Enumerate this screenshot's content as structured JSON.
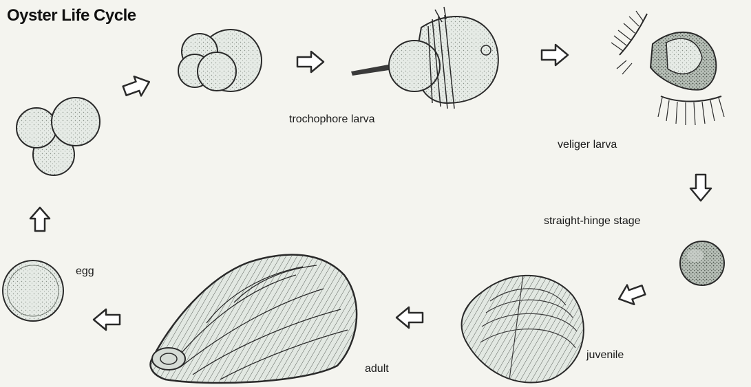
{
  "title": "Oyster Life Cycle",
  "labels": {
    "egg": "egg",
    "trochophore": "trochophore larva",
    "veliger": "veliger larva",
    "straight_hinge": "straight-hinge stage",
    "juvenile": "juvenile",
    "adult": "adult"
  },
  "colors": {
    "background": "#f4f4ef",
    "ink": "#2a2a2a",
    "cell_fill": "#e4eae4"
  }
}
